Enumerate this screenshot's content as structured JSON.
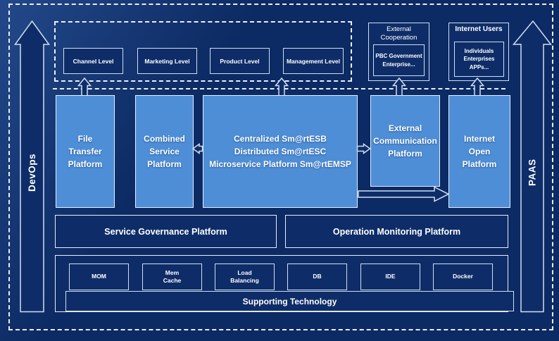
{
  "colors": {
    "background": "#0c2a63",
    "box_fill": "#0e2d68",
    "platform_fill": "#4e8ed6",
    "border_light": "#cfdff2",
    "border_bright": "#e9eff9",
    "text": "#ffffff"
  },
  "rails": {
    "left_label": "DevOps",
    "right_label": "PAAS"
  },
  "levels": {
    "items": [
      {
        "label": "Channel Level"
      },
      {
        "label": "Marketing Level"
      },
      {
        "label": "Product Level"
      },
      {
        "label": "Management Level"
      }
    ]
  },
  "external_cooperation": {
    "title": "External\nCooperation",
    "members": "PBC Government\nEnterprise..."
  },
  "internet_users": {
    "title": "Internet Users",
    "members": "Individuals\nEnterprises\nAPPs..."
  },
  "platforms": {
    "file_transfer": "File\nTransfer\nPlatform",
    "combined_service": "Combined\nService\nPlatform",
    "esb": "Centralized Sm@rtESB\nDistributed Sm@rtESC\nMicroservice Platform Sm@rtEMSP",
    "external_communication": "External\nCommunication\nPlatform",
    "internet_open": "Internet\nOpen\nPlatform"
  },
  "governance": {
    "label": "Service Governance Platform"
  },
  "monitoring": {
    "label": "Operation Monitoring Platform"
  },
  "supporting": {
    "bar_label": "Supporting Technology",
    "technologies": [
      {
        "label": "MOM"
      },
      {
        "label": "Mem\nCache"
      },
      {
        "label": "Load\nBalancing"
      },
      {
        "label": "DB"
      },
      {
        "label": "IDE"
      },
      {
        "label": "Docker"
      }
    ]
  }
}
